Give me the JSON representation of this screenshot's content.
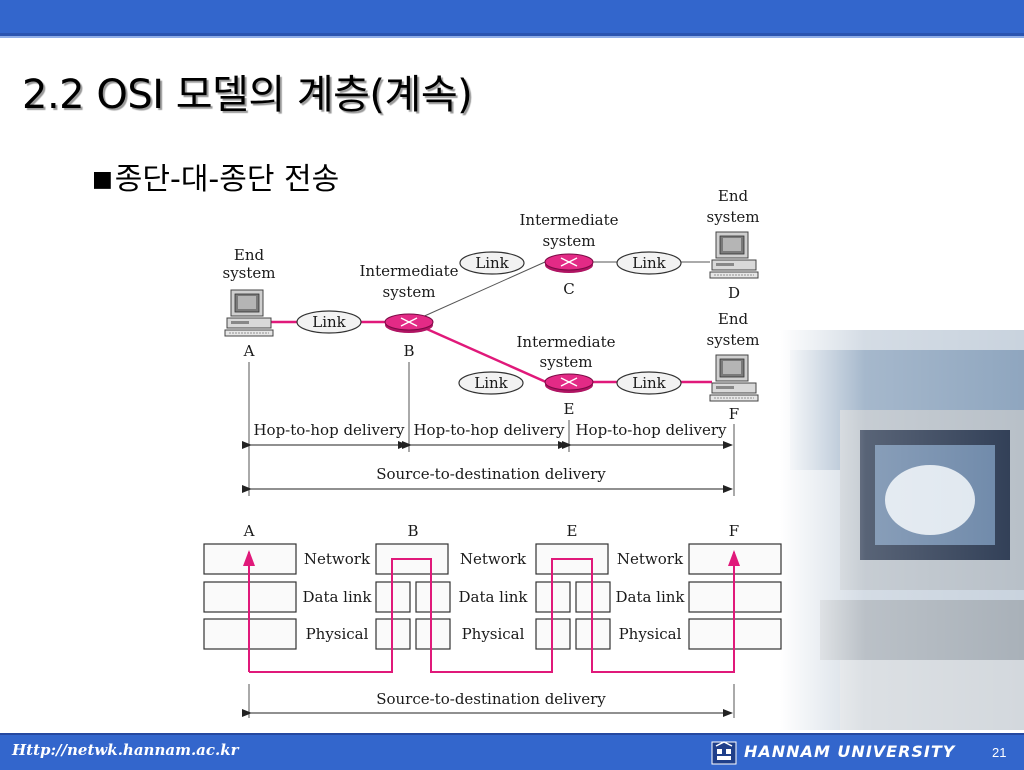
{
  "slide": {
    "title": "2.2 OSI 모델의 계층(계속)",
    "bullet_marker": "■",
    "bullet": "종단-대-종단 전송"
  },
  "diagram": {
    "top": {
      "end_system": "End",
      "end_system_2": "system",
      "intermediate": "Intermediate",
      "intermediate_2": "system",
      "link": "Link",
      "node_a": "A",
      "node_b": "B",
      "node_c": "C",
      "node_d": "D",
      "node_e": "E",
      "node_f": "F",
      "hop_to_hop": "Hop-to-hop delivery",
      "source_to_destination": "Source-to-destination delivery"
    },
    "bottom": {
      "node_a": "A",
      "node_b": "B",
      "node_e": "E",
      "node_f": "F",
      "network": "Network",
      "data_link": "Data link",
      "physical": "Physical",
      "source_to_destination": "Source-to-destination delivery"
    },
    "colors": {
      "accent": "#e0197a",
      "router": "#e32a86",
      "line": "#555555"
    }
  },
  "footer": {
    "url": "Http://netwk.hannam.ac.kr",
    "university": "HANNAM UNIVERSITY",
    "page_number": "21"
  }
}
